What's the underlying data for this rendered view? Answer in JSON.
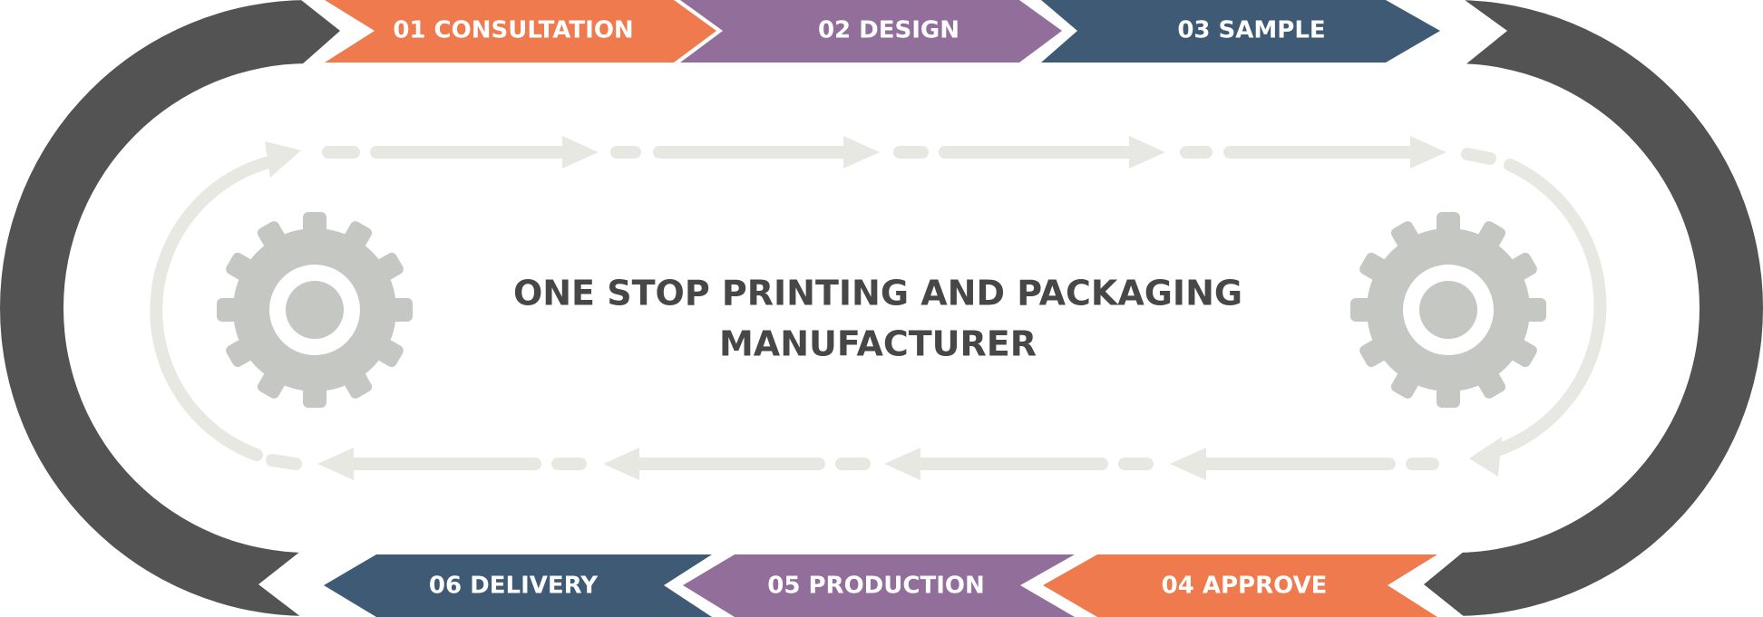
{
  "title": {
    "line1": "ONE STOP PRINTING AND PACKAGING",
    "line2": "MANUFACTURER"
  },
  "steps": [
    {
      "label": "01 CONSULTATION",
      "color": "#EE7A4E"
    },
    {
      "label": "02 DESIGN",
      "color": "#926F9B"
    },
    {
      "label": "03 SAMPLE",
      "color": "#3F5A74"
    },
    {
      "label": "04 APPROVE",
      "color": "#EE7A4E"
    },
    {
      "label": "05 PRODUCTION",
      "color": "#926F9B"
    },
    {
      "label": "06 DELIVERY",
      "color": "#3F5A74"
    }
  ],
  "colors": {
    "ring": "#535353",
    "gear": "#C5C7C2",
    "arrow": "#E8E8E3"
  },
  "icons": [
    "gear-icon",
    "gear-icon"
  ]
}
